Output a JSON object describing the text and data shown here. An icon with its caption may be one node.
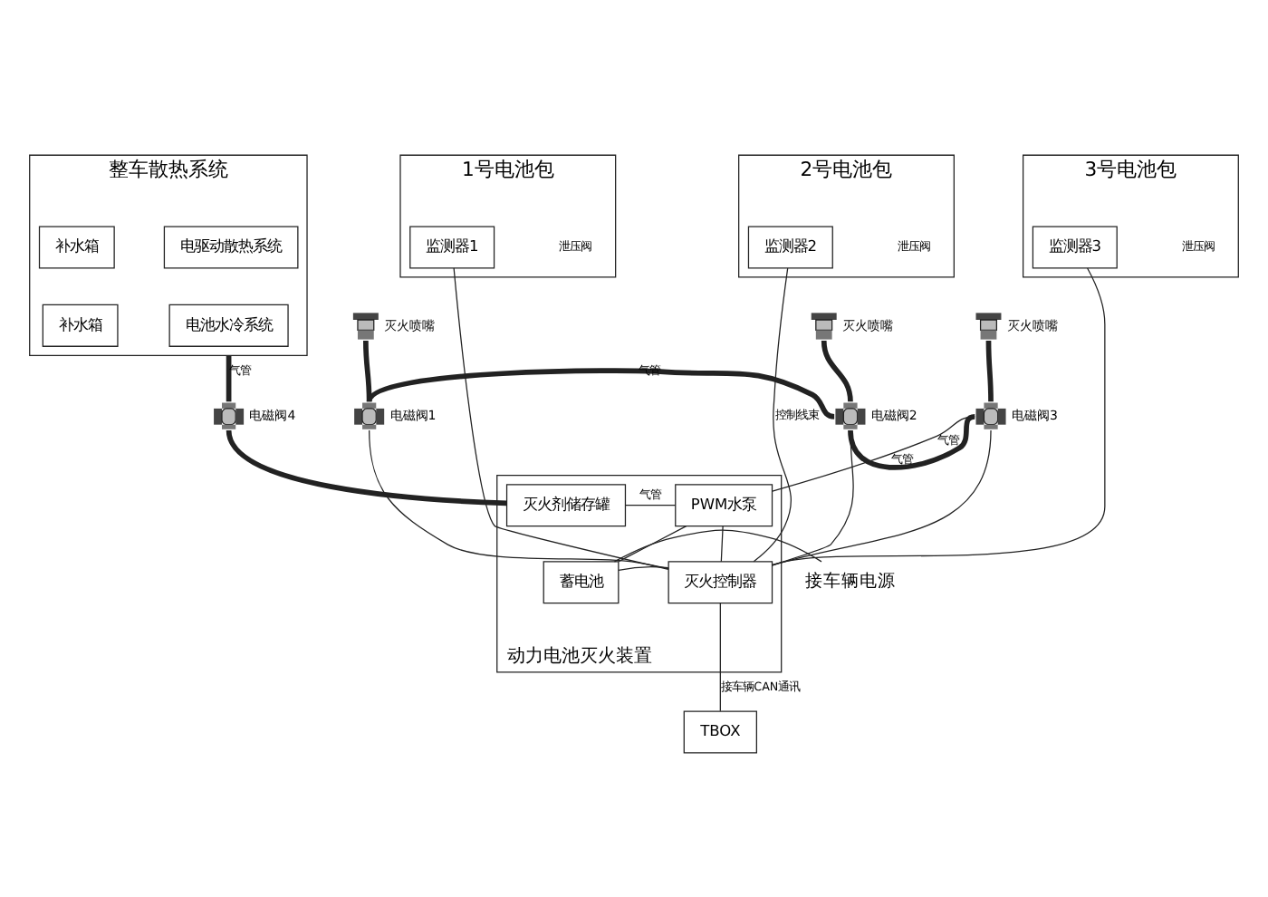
{
  "diagram": {
    "nodes": [
      {
        "text": [
          "整车散热系统"
        ]
      },
      {
        "text": [
          "补水箱"
        ],
        "in": 0
      },
      {
        "text": [
          "电驱动散热系统"
        ],
        "in": 0
      },
      {
        "text": [
          "补水箱"
        ],
        "in": 0
      },
      {
        "text": [
          "电池水冷系统"
        ],
        "in": 0
      },
      {
        "text": [
          "1号电池包"
        ]
      },
      {
        "text": [
          "监测器1"
        ],
        "in": 5
      },
      {
        "text": [
          "2号电池包"
        ]
      },
      {
        "text": [
          "监测器2"
        ],
        "in": 7
      },
      {
        "text": [
          "3号电池包"
        ]
      },
      {
        "text": [
          "监测器3"
        ],
        "in": 9
      },
      {
        "text": [],
        "shape": "picture",
        "beside": [
          "灭火喷嘴"
        ]
      },
      {
        "text": [],
        "shape": "picture",
        "beside": [
          "灭火喷嘴"
        ]
      },
      {
        "text": [],
        "shape": "picture",
        "beside": [
          "灭火喷嘴"
        ]
      },
      {
        "text": [],
        "shape": "picture",
        "beside": [
          "电磁阀1"
        ]
      },
      {
        "text": [],
        "shape": "picture",
        "beside": [
          "电磁阀2"
        ]
      },
      {
        "text": [],
        "shape": "picture",
        "beside": [
          "电磁阀3"
        ]
      },
      {
        "text": [],
        "shape": "picture",
        "beside": [
          "电磁阀4"
        ]
      },
      {
        "text": [
          "动力电池灭火装置"
        ]
      },
      {
        "text": [
          "灭火剂储存罐"
        ],
        "in": 18
      },
      {
        "text": [
          "PWM水泵"
        ],
        "in": 18
      },
      {
        "text": [
          "灭火控制器"
        ],
        "in": 18
      },
      {
        "text": [
          "蓄电池"
        ],
        "in": 18
      },
      {
        "text": [
          "接车辆电源"
        ]
      },
      {
        "text": [
          "TBOX"
        ]
      }
    ],
    "edges": [
      {
        "from": 0,
        "to": 17,
        "arrow": "none",
        "label": "气管",
        "style": "thick"
      },
      {
        "from": 17,
        "to": 19,
        "arrow": "none",
        "style": "thick"
      },
      {
        "from": 11,
        "to": 14,
        "arrow": "none",
        "style": "thick"
      },
      {
        "from": 12,
        "to": 15,
        "arrow": "none",
        "style": "thick"
      },
      {
        "from": 13,
        "to": 16,
        "arrow": "none",
        "style": "thick"
      },
      {
        "from": 14,
        "to": 15,
        "arrow": "none",
        "label": "气管",
        "style": "thick"
      },
      {
        "from": 15,
        "to": 16,
        "arrow": "none",
        "label": "气管",
        "style": "thick"
      },
      {
        "from": 16,
        "to": 20,
        "arrow": "none",
        "label": "气管"
      },
      {
        "from": 19,
        "to": 20,
        "arrow": "none",
        "label": "气管"
      },
      {
        "from": 6,
        "to": 21,
        "arrow": "none"
      },
      {
        "from": 8,
        "to": 21,
        "arrow": "none",
        "label": "控制线束"
      },
      {
        "from": 10,
        "to": 21,
        "arrow": "none"
      },
      {
        "from": 14,
        "to": 21,
        "arrow": "none"
      },
      {
        "from": 15,
        "to": 21,
        "arrow": "none"
      },
      {
        "from": 16,
        "to": 21,
        "arrow": "none"
      },
      {
        "from": 20,
        "to": 21,
        "arrow": "none"
      },
      {
        "from": 20,
        "to": 22,
        "arrow": "none"
      },
      {
        "from": 21,
        "to": 22,
        "arrow": "none"
      },
      {
        "from": 22,
        "to": 23,
        "arrow": "none"
      },
      {
        "from": 21,
        "to": 24,
        "arrow": "none",
        "label": "接车辆CAN通讯"
      }
    ],
    "labels": [
      "泄压阀",
      "泄压阀",
      "泄压阀"
    ]
  }
}
